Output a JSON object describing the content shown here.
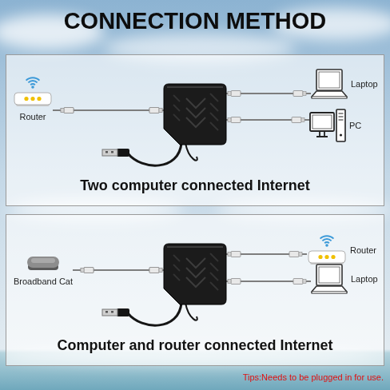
{
  "diagram": {
    "title": "CONNECTION METHOD",
    "nodes": [
      {
        "text": [
          "Two computer connected Internet"
        ]
      },
      {
        "text": [
          "Router"
        ],
        "in": 0
      },
      {
        "text": [
          "Laptop"
        ],
        "in": 0
      },
      {
        "text": [
          "PC"
        ],
        "in": 0
      },
      {
        "text": [
          "Computer and router connected Internet"
        ]
      },
      {
        "text": [
          "Broadband Cat"
        ],
        "in": 4
      },
      {
        "text": [
          "Router"
        ],
        "in": 4
      },
      {
        "text": [
          "Laptop"
        ],
        "in": 4
      }
    ],
    "edges": [
      {
        "from": 1,
        "to": 2,
        "arrow": "none"
      },
      {
        "from": 1,
        "to": 3,
        "arrow": "none"
      },
      {
        "from": 5,
        "to": 6,
        "arrow": "none"
      },
      {
        "from": 5,
        "to": 7,
        "arrow": "none"
      }
    ],
    "labels": [
      "Tips:Needs to be plugged in for use."
    ]
  }
}
